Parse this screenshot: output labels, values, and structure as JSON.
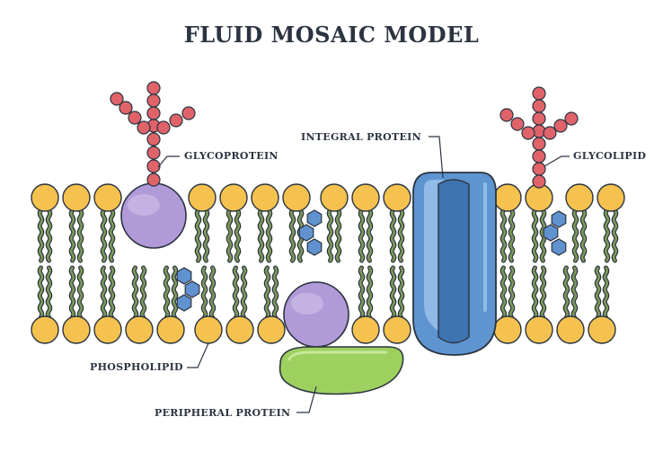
{
  "diagram": {
    "title": "FLUID MOSAIC MODEL",
    "labels": {
      "glycoprotein": "GLYCOPROTEIN",
      "integral_protein": "INTEGRAL PROTEIN",
      "glycolipid": "GLYCOLIPID",
      "phospholipid": "PHOSPHOLIPID",
      "peripheral_protein": "PERIPHERAL PROTEIN"
    },
    "colors": {
      "phospholipid_head": "#f5c24f",
      "lipid_tail": "#7e9a5a",
      "glycoprotein": "#b09ad8",
      "integral_protein": "#5e95d0",
      "integral_channel": "#3f74b3",
      "cholesterol": "#5f92cf",
      "peripheral_protein": "#9ed060",
      "sugar_chain": "#e0636a",
      "outline": "#2b3440"
    }
  }
}
